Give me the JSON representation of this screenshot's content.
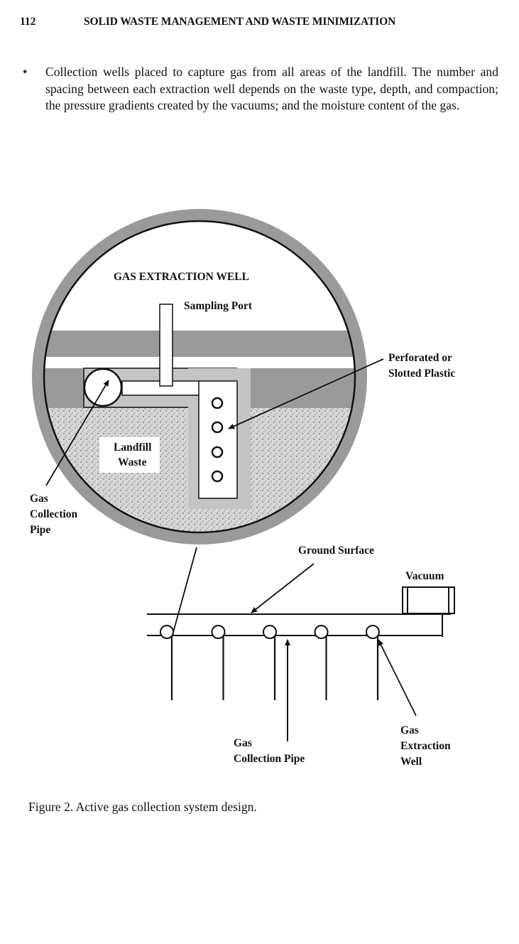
{
  "header": {
    "page_number": "112",
    "running_title": "SOLID WASTE MANAGEMENT AND WASTE MINIMIZATION"
  },
  "body": {
    "bullet_symbol": "•",
    "bullet_text": "Collection wells placed to capture gas from all areas of the landfill. The number and spacing between each extraction well depends on the waste type, depth, and compaction; the pressure gradients created by the vacuums; and the moisture content of the gas."
  },
  "figure": {
    "inset_title": "GAS EXTRACTION WELL",
    "labels": {
      "sampling_port": "Sampling Port",
      "perforated_1": "Perforated or",
      "perforated_2": "Slotted Plastic",
      "landfill_1": "Landfill",
      "landfill_2": "Waste",
      "gcp_left_1": "Gas",
      "gcp_left_2": "Collection",
      "gcp_left_3": "Pipe",
      "ground_surface": "Ground Surface",
      "vacuum": "Vacuum",
      "gcp_bottom_1": "Gas",
      "gcp_bottom_2": "Collection Pipe",
      "gew_1": "Gas",
      "gew_2": "Extraction",
      "gew_3": "Well"
    },
    "well_count": 5,
    "caption": "Figure 2. Active gas collection system design."
  }
}
